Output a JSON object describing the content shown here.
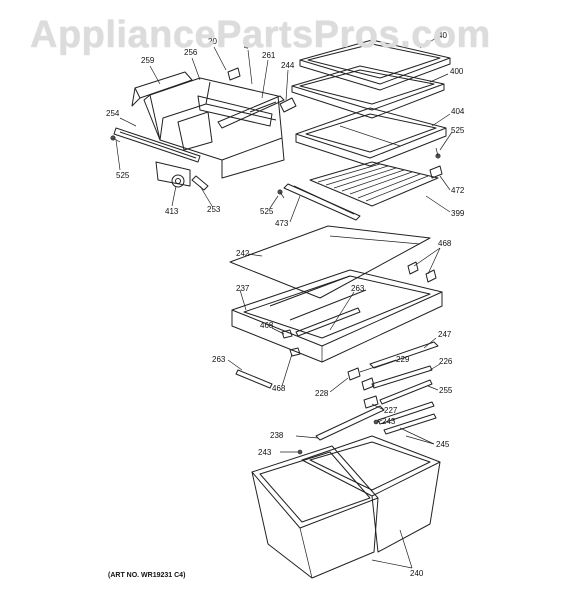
{
  "watermark": "AppliancePartsPros.com",
  "art_number": "(ART NO. WR19231 C4)",
  "callouts": {
    "c259": "259",
    "c256": "256",
    "c20": "20",
    "c4x": "4",
    "c261": "261",
    "c244": "244",
    "c40x": "40",
    "c400": "400",
    "c254": "254",
    "c404": "404",
    "c525a": "525",
    "c525b": "525",
    "c525c": "525",
    "c413": "413",
    "c253": "253",
    "c472": "472",
    "c473": "473",
    "c399": "399",
    "c468a": "468",
    "c242": "242",
    "c237": "237",
    "c263a": "263",
    "c468b": "468",
    "c247": "247",
    "c263b": "263",
    "c229": "229",
    "c226": "226",
    "c468c": "468",
    "c228": "228",
    "c255": "255",
    "c227": "227",
    "c243a": "243",
    "c238": "238",
    "c245": "245",
    "c243b": "243",
    "c240": "240"
  }
}
